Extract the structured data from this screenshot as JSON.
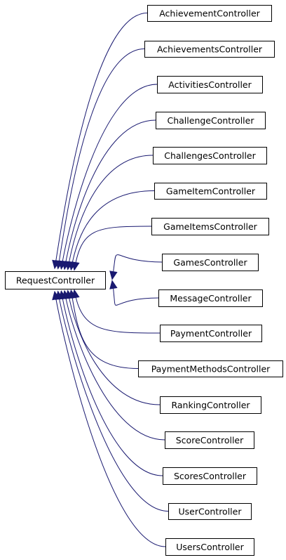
{
  "diagram": {
    "type": "inheritance-graph",
    "base_class": "RequestController",
    "derived_classes": [
      "AchievementController",
      "AchievementsController",
      "ActivitiesController",
      "ChallengeController",
      "ChallengesController",
      "GameItemController",
      "GameItemsController",
      "GamesController",
      "MessageController",
      "PaymentController",
      "PaymentMethodsController",
      "RankingController",
      "ScoreController",
      "ScoresController",
      "UserController",
      "UsersController"
    ],
    "colors": {
      "edge": "#191970",
      "node_border": "#000000",
      "node_fill": "#ffffff",
      "text": "#000000",
      "background": "#ffffff"
    }
  }
}
